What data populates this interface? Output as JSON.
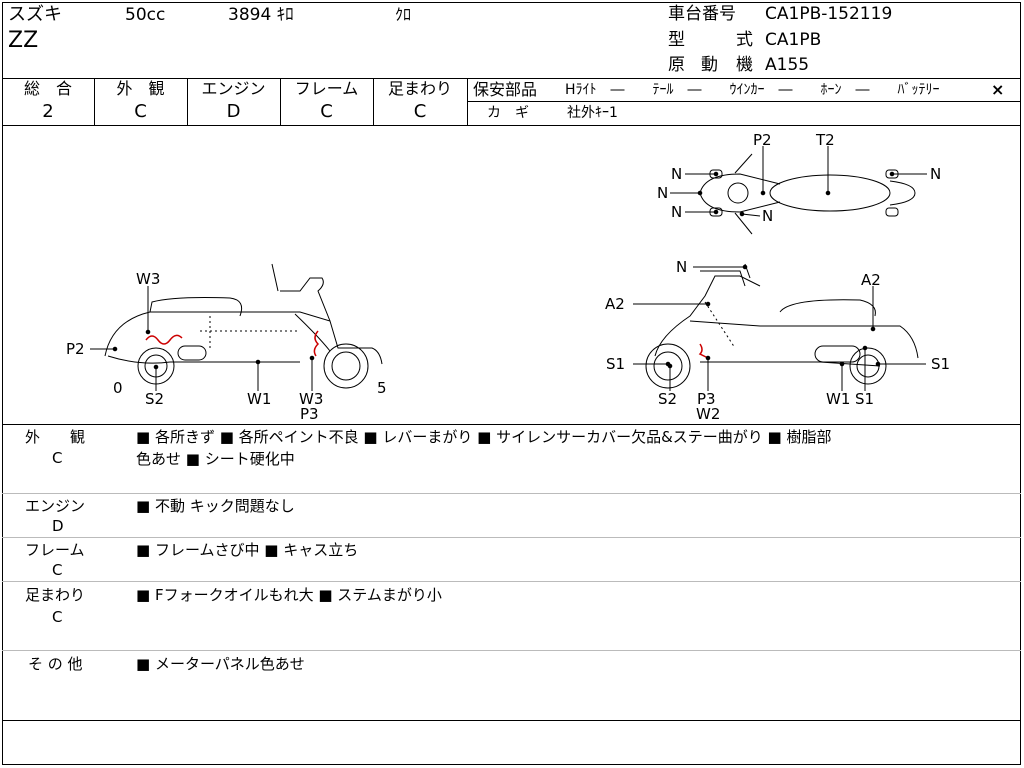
{
  "header": {
    "maker": "スズキ",
    "displacement": "50cc",
    "mileage": "3894 ｷﾛ",
    "color": "ｸﾛ",
    "model_name": "ZZ",
    "frame_no_label": "車台番号",
    "frame_no": "CA1PB-152119",
    "type_label1": "型",
    "type_label2": "式",
    "type_value": "CA1PB",
    "engine_label1": "原",
    "engine_label2": "動",
    "engine_label3": "機",
    "engine_value": "A155"
  },
  "grades": [
    {
      "label": "総　合",
      "value": "2"
    },
    {
      "label": "外　観",
      "value": "C"
    },
    {
      "label": "エンジン",
      "value": "D"
    },
    {
      "label": "フレーム",
      "value": "C"
    },
    {
      "label": "足まわり",
      "value": "C"
    }
  ],
  "safety": {
    "title": "保安部品",
    "items": "Hﾗｲﾄ　―　　ﾃｰﾙ　―　　ｳｲﾝｶｰ　―　　ﾎｰﾝ　―　　ﾊﾞｯﾃﾘｰ",
    "battery_mark": "×",
    "key_label": "カ　ギ",
    "key_value": "社外ｷｰ1"
  },
  "diagram_labels": {
    "left_side": [
      "W3",
      "P2",
      "0",
      "S2",
      "W1",
      "W3",
      "P3",
      "5"
    ],
    "right_side": [
      "N",
      "A2",
      "A2",
      "S1",
      "S1",
      "S2",
      "P3",
      "W2",
      "W1",
      "S1"
    ],
    "top_view": [
      "P2",
      "T2",
      "N",
      "N",
      "N",
      "N",
      "N"
    ]
  },
  "notes": [
    {
      "category": "外　　観",
      "grade": "C",
      "lines": [
        "■ 各所きず ■ 各所ペイント不良 ■ レバーまがり ■ サイレンサーカバー欠品&ステー曲がり ■ 樹脂部",
        "色あせ ■ シート硬化中"
      ]
    },
    {
      "category": "エンジン",
      "grade": "D",
      "lines": [
        "■ 不動 キック問題なし"
      ]
    },
    {
      "category": "フレーム",
      "grade": "C",
      "lines": [
        "■ フレームさび中 ■ キャス立ち"
      ]
    },
    {
      "category": "足まわり",
      "grade": "C",
      "lines": [
        "■ Fフォークオイルもれ大 ■ ステムまがり小"
      ]
    },
    {
      "category": "そ の 他",
      "grade": "",
      "lines": [
        "■ メーターパネル色あせ"
      ]
    }
  ],
  "colors": {
    "damage_mark": "#cc0000"
  }
}
